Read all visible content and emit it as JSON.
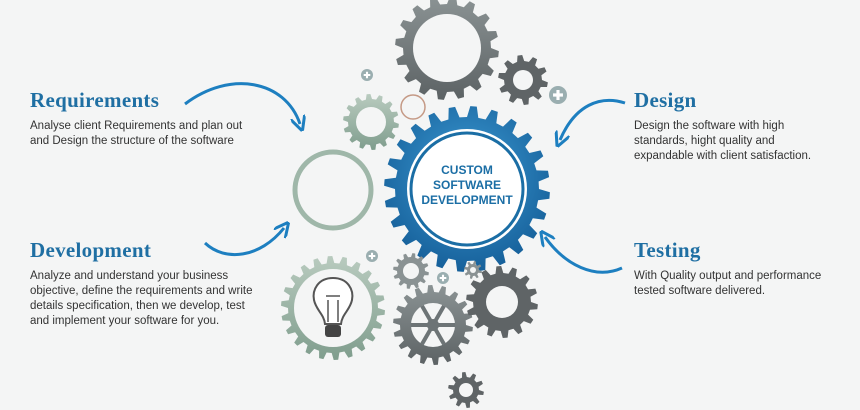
{
  "center": {
    "lines": [
      "CUSTOM",
      "SOFTWARE",
      "DEVELOPMENT"
    ]
  },
  "requirements": {
    "title": "Requirements",
    "text": "Analyse client Requirements and plan out and Design the structure of the software"
  },
  "development": {
    "title": "Development",
    "text": "Analyze and understand your business objective, define the requirements and write details specification, then we develop, test and implement your software for you."
  },
  "design": {
    "title": "Design",
    "text": "Design the software with high standards, hight quality and expandable with client satisfaction."
  },
  "testing": {
    "title": "Testing",
    "text": "With Quality output and performance tested software delivered."
  },
  "colors": {
    "blue": "#1b6ea5",
    "blue_light": "#3d94cc",
    "gray_dark": "#5f6466",
    "gray": "#8a9293",
    "green": "#8fb0a0"
  }
}
